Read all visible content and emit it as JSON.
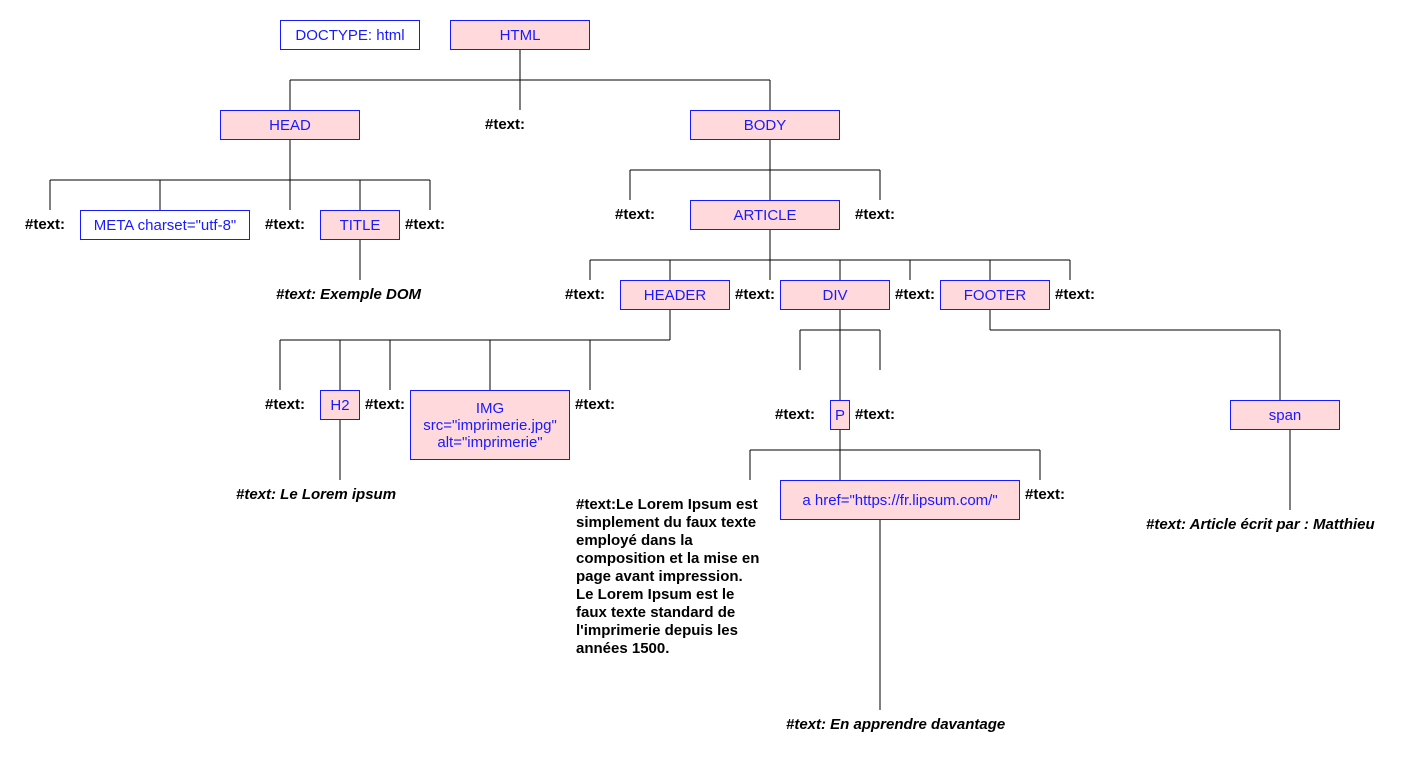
{
  "nodes": {
    "doctype": "DOCTYPE: html",
    "html": "HTML",
    "head": "HEAD",
    "body": "BODY",
    "meta": "META charset=\"utf-8\"",
    "title": "TITLE",
    "article": "ARTICLE",
    "header": "HEADER",
    "div": "DIV",
    "footer": "FOOTER",
    "h2": "H2",
    "img": "IMG\nsrc=\"imprimerie.jpg\"\nalt=\"imprimerie\"",
    "p": "P",
    "a": "a href=\"https://fr.lipsum.com/\"",
    "span": "span"
  },
  "texts": {
    "empty": "#text:",
    "title_text": "#text: Exemple DOM",
    "h2_text": "#text: Le Lorem ipsum",
    "p_text": "#text:Le Lorem Ipsum est\nsimplement du faux texte\nemployé dans la\ncomposition et la mise en\npage avant impression.\nLe Lorem Ipsum est le\nfaux texte standard de\nl'imprimerie depuis les\nannées 1500.",
    "a_text": "#text: En apprendre davantage",
    "span_text": "#text: Article écrit par : Matthieu"
  },
  "colors": {
    "node_fill": "#ffd9dc",
    "node_border": "#1a1aff",
    "node_text": "#1a1aff",
    "line": "#000000"
  }
}
